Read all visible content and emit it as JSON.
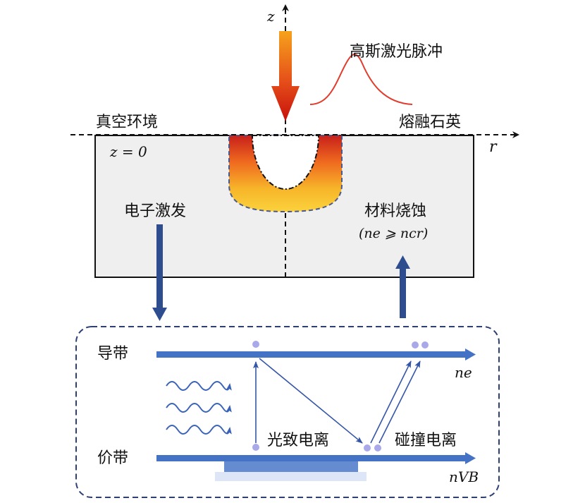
{
  "labels": {
    "z_axis": "z",
    "r_axis": "r",
    "laser_pulse": "高斯激光脉冲",
    "vacuum": "真空环境",
    "fused_silica": "熔融石英",
    "z_equals_zero": "z = 0",
    "electron_excitation": "电子激发",
    "material_ablation": "材料烧蚀",
    "ablation_condition": "(ne ⩾ ncr)",
    "conduction_band": "导带",
    "valence_band": "价带",
    "photo_ionization": "光致电离",
    "impact_ionization": "碰撞电离",
    "n_e": "ne",
    "n_vb": "nVB"
  },
  "colors": {
    "band_arrow": "#4472c4",
    "process_arrow": "#2e4d8f",
    "wave": "#3a63b8",
    "electron": "#a9a8e8",
    "material_fill": "#efefef",
    "pulse_curve": "#e23c2c",
    "laser_top": "#f7a21b",
    "laser_bottom": "#d4140c"
  }
}
